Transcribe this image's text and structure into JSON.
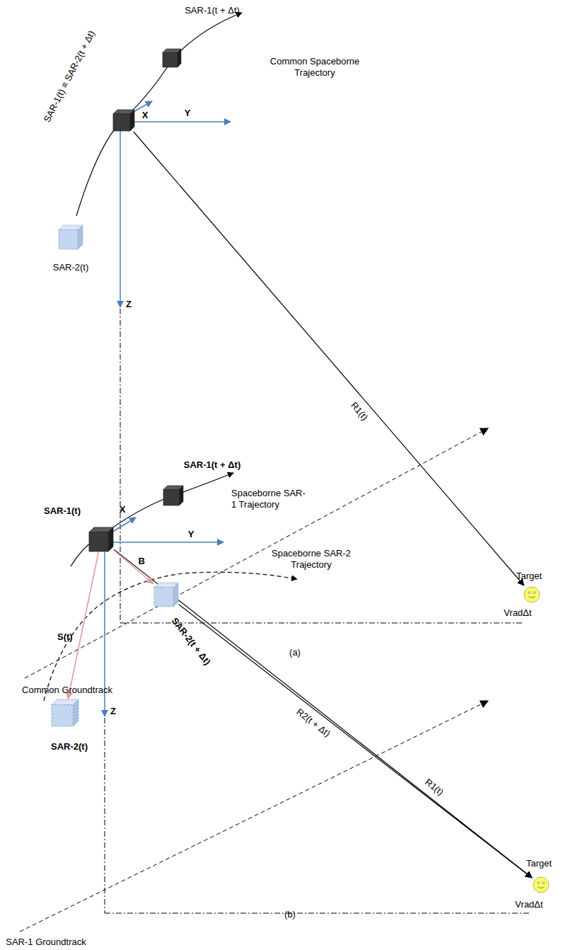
{
  "diagram": {
    "nodes": [
      {
        "text": [
          "SAR-1(t + Δt)"
        ]
      },
      {
        "text": [
          "SAR-1(t) ≡ SAR-2(t + Δt)"
        ]
      },
      {
        "text": [
          "SAR-2(t)"
        ]
      },
      {
        "text": [
          "Target"
        ]
      },
      {
        "text": [
          "SAR-1(t + Δt)"
        ]
      },
      {
        "text": [
          "SAR-1(t)"
        ]
      },
      {
        "text": [
          "SAR-2(t + Δt)"
        ]
      },
      {
        "text": [
          "SAR-2(t)"
        ]
      },
      {
        "text": [
          "Target"
        ]
      }
    ],
    "edges": [
      {
        "from": 1,
        "to": 3,
        "arrow": "to",
        "label": "R1(t)"
      },
      {
        "from": 5,
        "to": 8,
        "arrow": "to",
        "label": "R1(t)"
      },
      {
        "from": 6,
        "to": 8,
        "arrow": "to",
        "label": "R2(t + Δt)"
      },
      {
        "from": 5,
        "to": 6,
        "arrow": "to",
        "label": "B"
      },
      {
        "from": 5,
        "to": 7,
        "arrow": "to",
        "label": "S(t)"
      }
    ],
    "labels": [
      "Common Spaceborne Trajectory",
      "X",
      "Y",
      "Z",
      "VradΔt",
      "Common Groundtrack",
      "(a)",
      "Spaceborne SAR-1 Trajectory",
      "X",
      "Y",
      "Spaceborne SAR-2 Trajectory",
      "Z",
      "VradΔt",
      "SAR-1 Groundtrack",
      "(b)"
    ]
  }
}
